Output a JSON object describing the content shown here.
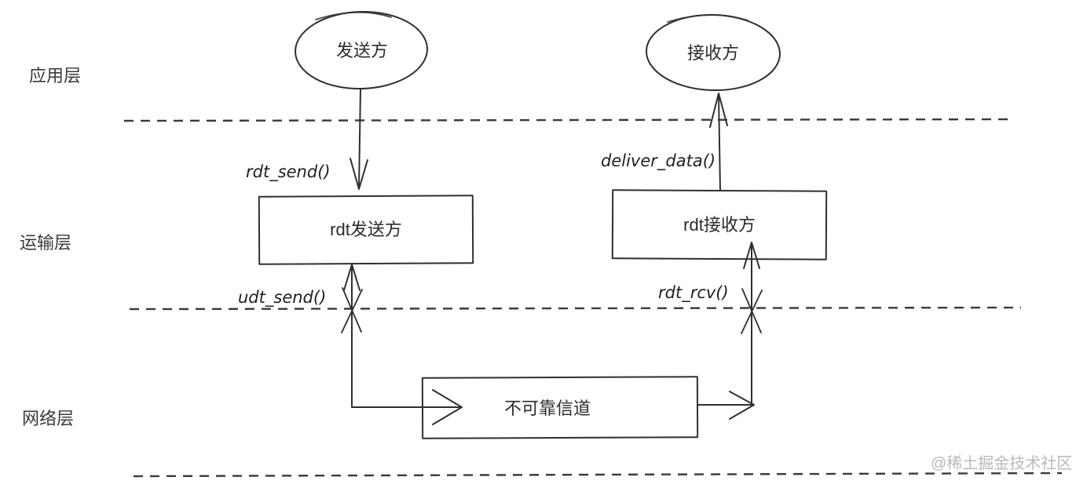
{
  "layers": {
    "application": "应用层",
    "transport": "运输层",
    "network": "网络层"
  },
  "nodes": {
    "sender": "发送方",
    "receiver": "接收方",
    "rdt_sender": "rdt发送方",
    "rdt_receiver": "rdt接收方",
    "unreliable_channel": "不可靠信道"
  },
  "labels": {
    "rdt_send": "rdt_send()",
    "deliver_data": "deliver_data()",
    "udt_send": "udt_send()",
    "rdt_rcv": "rdt_rcv()"
  },
  "watermark": "@稀土掘金技术社区",
  "colors": {
    "stroke": "#2f2f2f",
    "text": "#2b2b2b",
    "layer_text": "#3a3a3a",
    "watermark": "#b9b9b9",
    "background": "#ffffff"
  }
}
